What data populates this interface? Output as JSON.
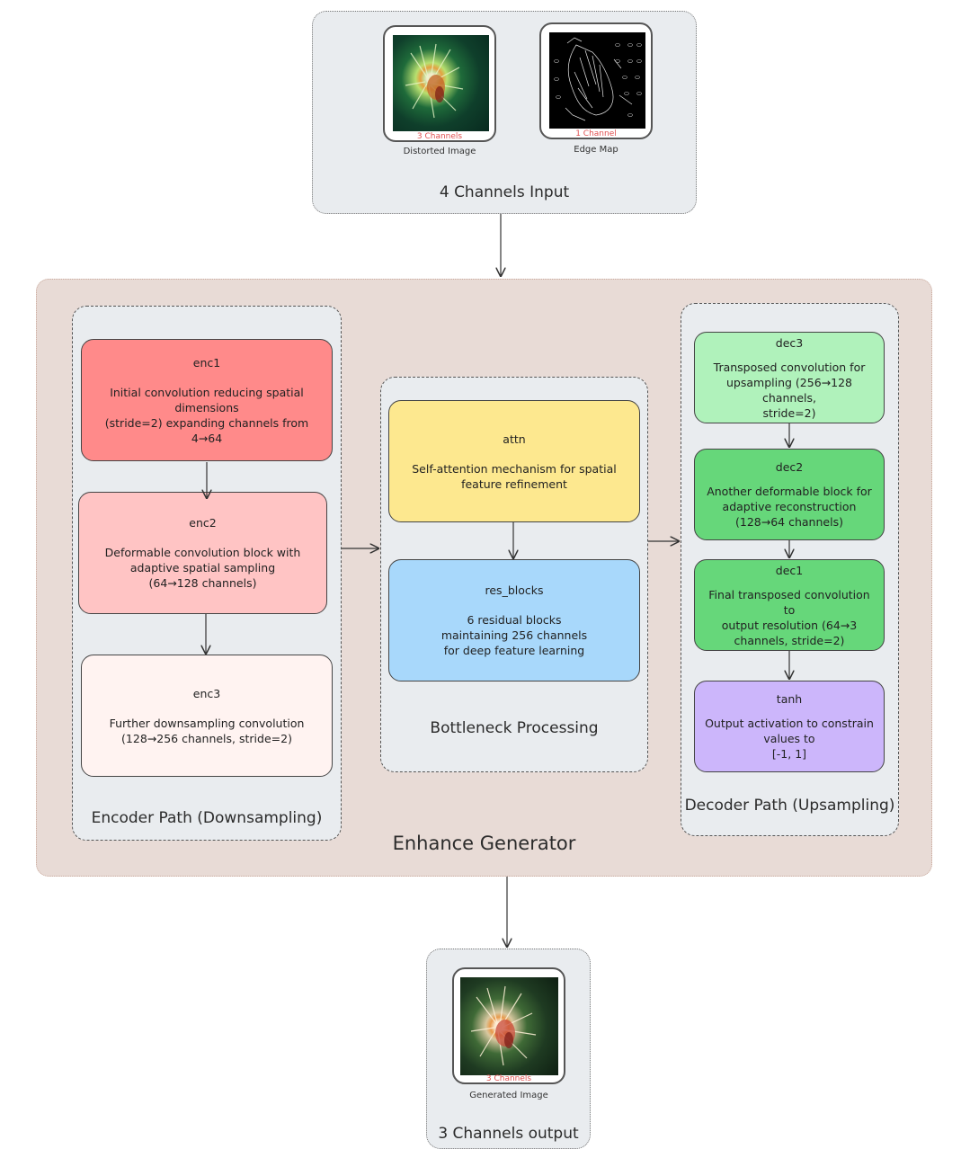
{
  "input": {
    "title": "4 Channels Input",
    "distorted": {
      "channels": "3 Channels",
      "caption": "Distorted Image"
    },
    "edge": {
      "channels": "1 Channel",
      "caption": "Edge Map"
    }
  },
  "generator": {
    "title": "Enhance Generator",
    "encoder": {
      "title": "Encoder Path (Downsampling)",
      "enc1": {
        "name": "enc1",
        "desc": "Initial convolution reducing spatial\ndimensions\n(stride=2) expanding channels from\n4→64"
      },
      "enc2": {
        "name": "enc2",
        "desc": "Deformable convolution block with\nadaptive spatial sampling\n(64→128 channels)"
      },
      "enc3": {
        "name": "enc3",
        "desc": "Further downsampling convolution\n(128→256 channels, stride=2)"
      }
    },
    "bottleneck": {
      "title": "Bottleneck Processing",
      "attn": {
        "name": "attn",
        "desc": "Self-attention mechanism for spatial\nfeature refinement"
      },
      "res": {
        "name": "res_blocks",
        "desc": "6 residual blocks\nmaintaining 256 channels\nfor deep feature learning"
      }
    },
    "decoder": {
      "title": "Decoder Path (Upsampling)",
      "dec3": {
        "name": "dec3",
        "desc": "Transposed convolution for\nupsampling (256→128 channels,\nstride=2)"
      },
      "dec2": {
        "name": "dec2",
        "desc": "Another deformable block for\nadaptive reconstruction\n(128→64 channels)"
      },
      "dec1": {
        "name": "dec1",
        "desc": "Final transposed convolution to\noutput resolution (64→3\nchannels, stride=2)"
      },
      "tanh": {
        "name": "tanh",
        "desc": "Output activation to constrain\nvalues to\n[-1, 1]"
      }
    }
  },
  "output": {
    "title": "3 Channels output",
    "generated": {
      "channels": "3 Channels",
      "caption": "Generated Image"
    }
  },
  "colors": {
    "enc1": "#ff8a8a",
    "enc2": "#ffc4c4",
    "enc3": "#fff3f1",
    "attn": "#fde88f",
    "res": "#a8d8fb",
    "dec3": "#b0f2bb",
    "dec2": "#66d77a",
    "dec1": "#66d77a",
    "tanh": "#ccb6fb"
  }
}
